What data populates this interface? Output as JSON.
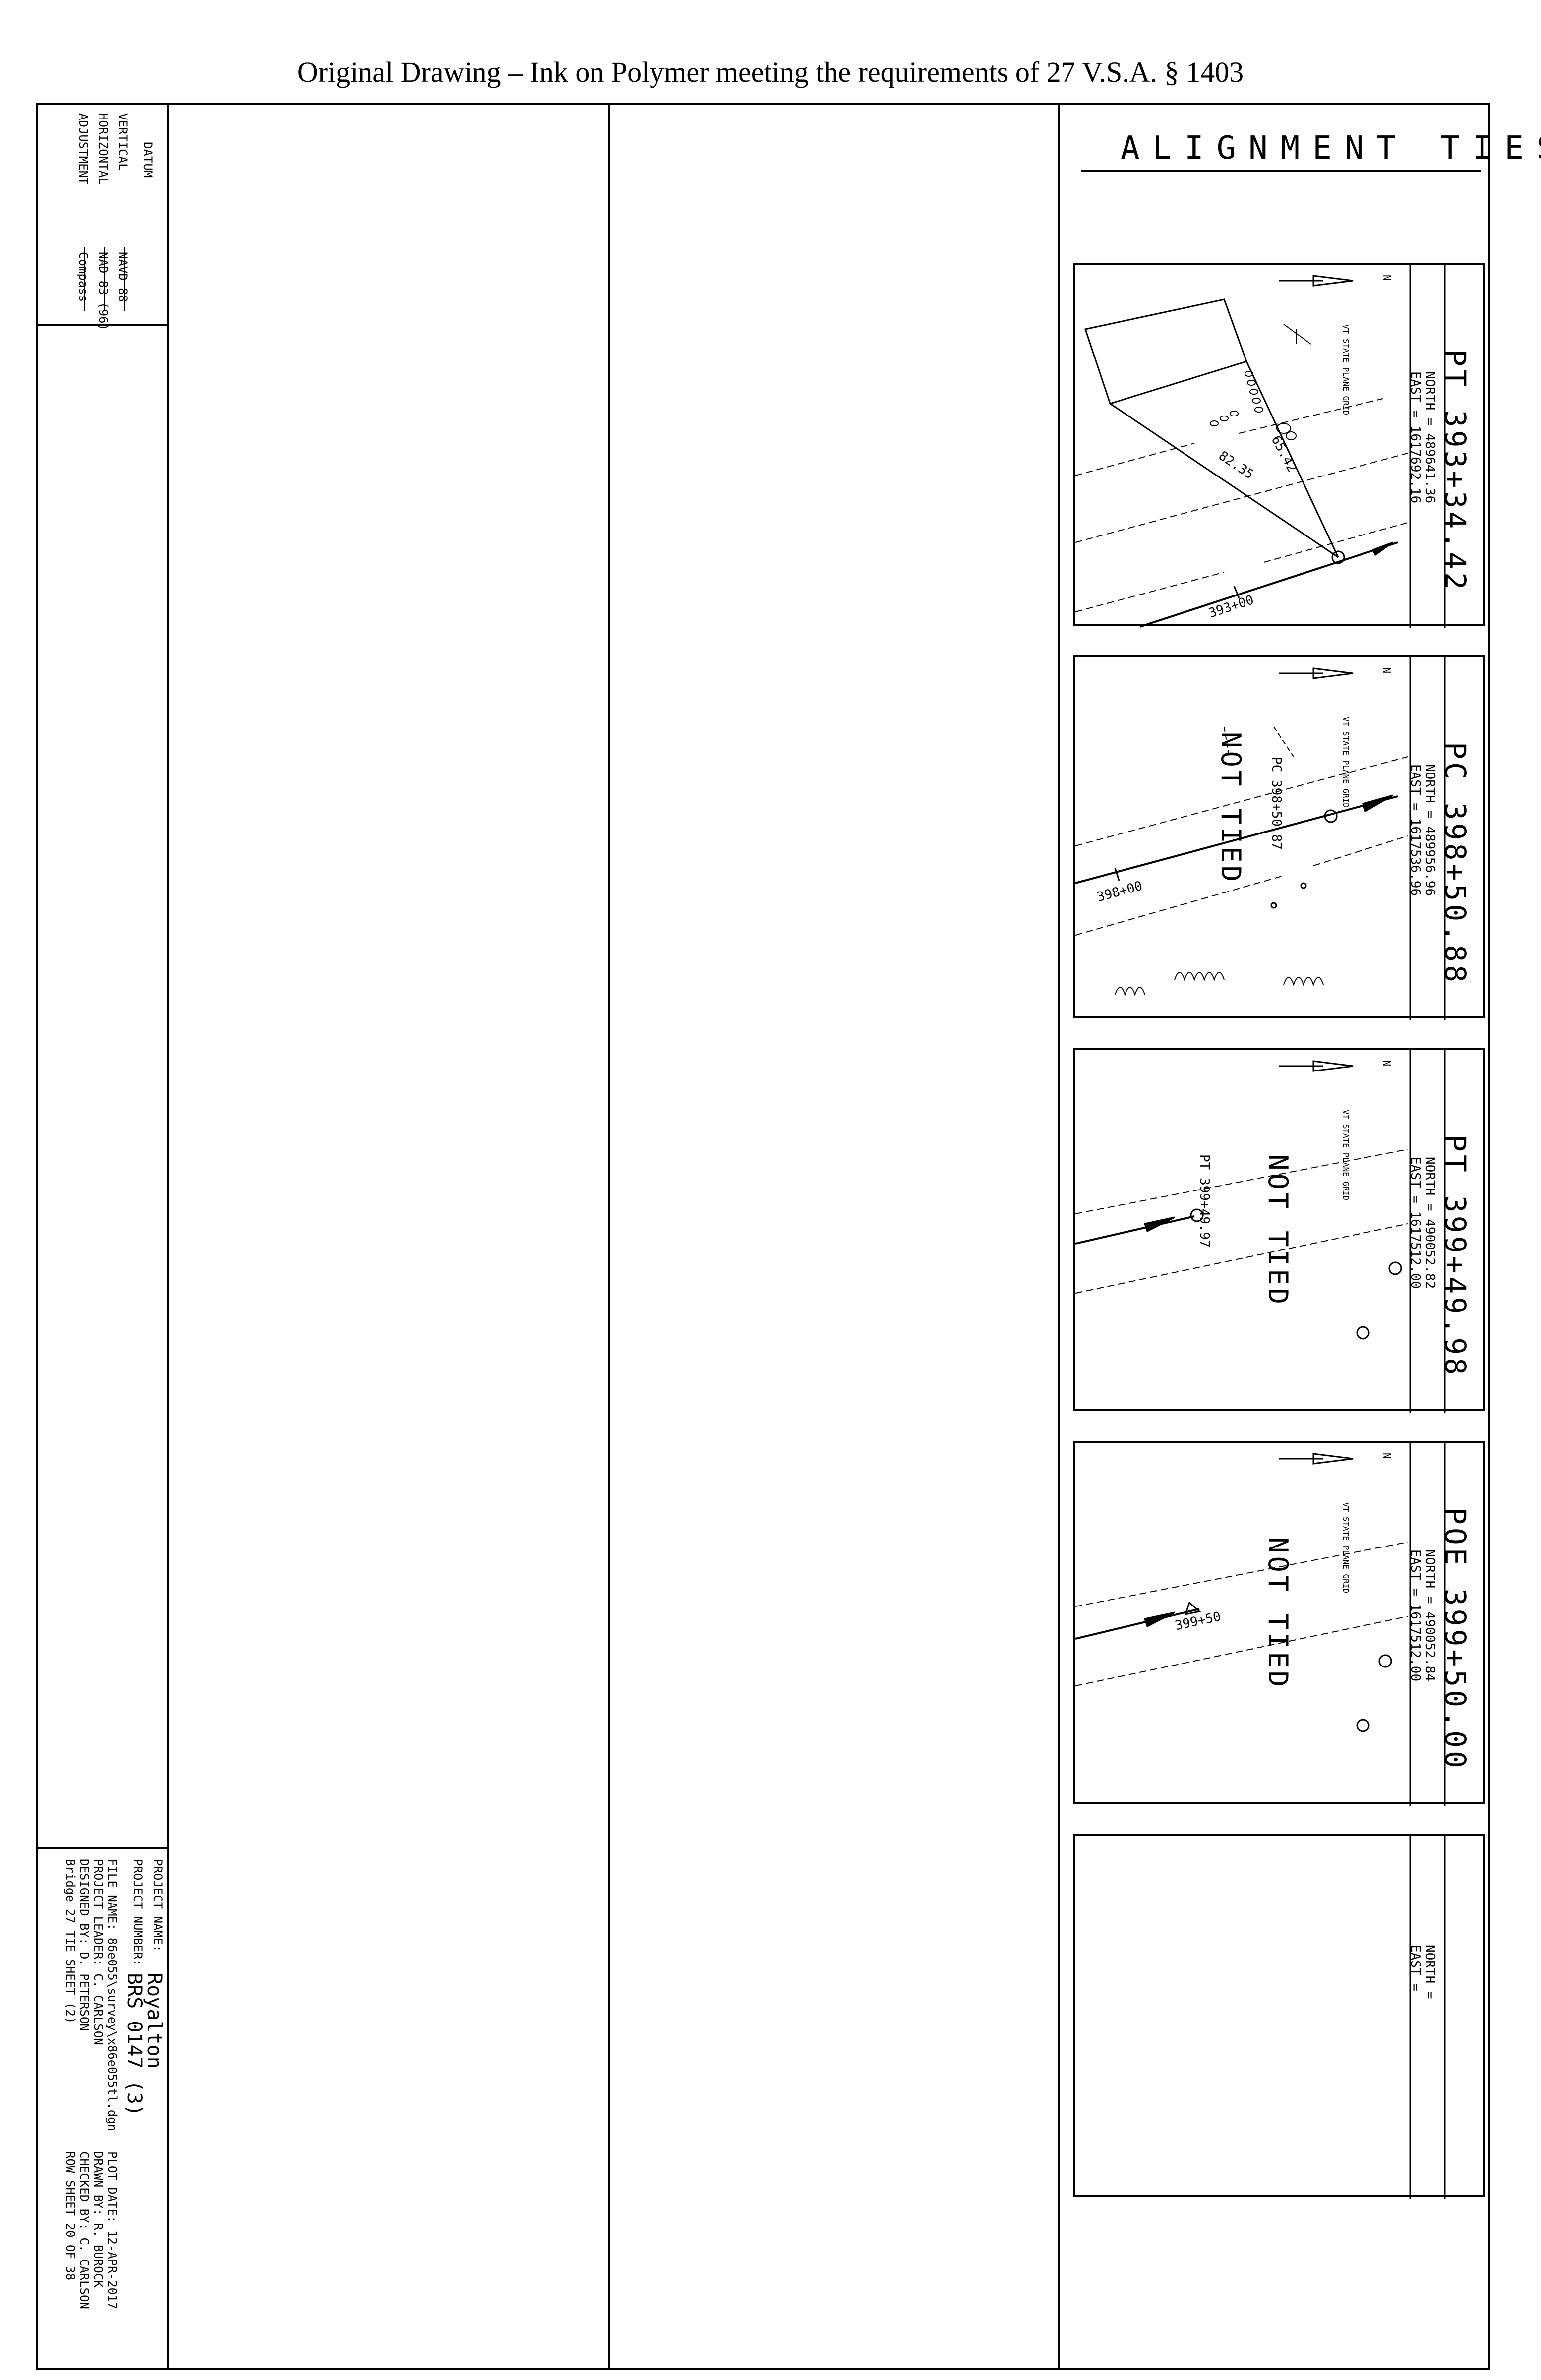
{
  "header": "Original Drawing – Ink on Polymer meeting the requirements of 27 V.S.A. § 1403",
  "title": "ALIGNMENT TIES",
  "datum": {
    "heading": "DATUM",
    "rows": [
      {
        "label": "VERTICAL",
        "value": "NAVD 88"
      },
      {
        "label": "HORIZONTAL",
        "value": "NAD 83 (96)"
      },
      {
        "label": "ADJUSTMENT",
        "value": "Compass"
      }
    ]
  },
  "grid_label": "VT STATE PLANE GRID",
  "north_letter": "N",
  "panels": [
    {
      "station": "PT 393+34.42",
      "north": "NORTH = 489641.36",
      "east": "EAST = 1617692.16",
      "labels": {
        "tie1": "65.42",
        "tie2": "82.35",
        "sta": "393+00"
      }
    },
    {
      "station": "PC 398+50.88",
      "north": "NORTH = 489956.96",
      "east": "EAST = 1617536.96",
      "labels": {
        "point": "PC 398+50.87",
        "sta": "398+00",
        "note": "NOT TIED"
      }
    },
    {
      "station": "PT 399+49.98",
      "north": "NORTH = 490052.82",
      "east": "EAST = 1617512.00",
      "labels": {
        "point": "PT 399+49.97",
        "note": "NOT TIED"
      }
    },
    {
      "station": "POE 399+50.00",
      "north": "NORTH = 490052.84",
      "east": "EAST = 1617512.00",
      "labels": {
        "sta": "399+50",
        "note": "NOT TIED"
      }
    },
    {
      "station": "",
      "north": "NORTH =",
      "east": "EAST =",
      "labels": {}
    }
  ],
  "titleblock": {
    "project_name_label": "PROJECT NAME:",
    "project_name": "Royalton",
    "project_number_label": "PROJECT NUMBER:",
    "project_number": "BRS 0147 (3)",
    "file_name": "FILE NAME: 86e055\\survey\\x86e055tl.dgn",
    "plot_date": "PLOT DATE: 12-APR-2017",
    "project_leader": "PROJECT LEADER: C. CARLSON",
    "drawn_by": "DRAWN BY: R. BUROCK",
    "designed_by": "DESIGNED BY: D. PETERSON",
    "checked_by": "CHECKED BY: C. CARLSON",
    "sheet_name": "Bridge 27 TIE SHEET (2)",
    "sheet_number": "ROW SHEET 20 OF 38"
  }
}
